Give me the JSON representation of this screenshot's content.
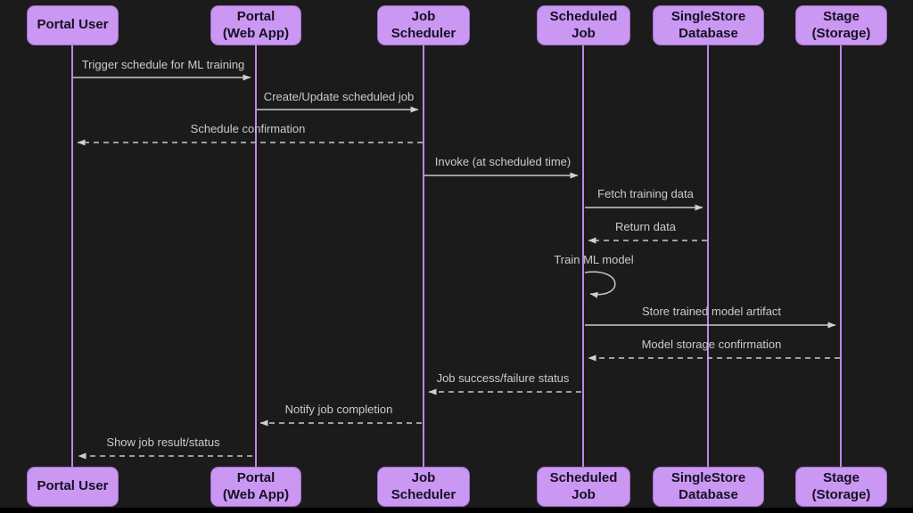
{
  "diagram": {
    "kind": "sequence-diagram",
    "theme": {
      "background": "#1b1b1b",
      "actor_fill": "#ca97f2",
      "actor_border": "#a06cc8",
      "actor_text": "#171022",
      "lifeline_color": "#bd87ea",
      "arrow_color": "#cccccc",
      "label_color": "#cbcbcb"
    },
    "actors": [
      {
        "id": "portal-user",
        "label": "Portal User"
      },
      {
        "id": "portal-web-app",
        "label": "Portal\n(Web App)"
      },
      {
        "id": "job-scheduler",
        "label": "Job\nScheduler"
      },
      {
        "id": "scheduled-job",
        "label": "Scheduled\nJob"
      },
      {
        "id": "singlestore-database",
        "label": "SingleStore\nDatabase"
      },
      {
        "id": "stage-storage",
        "label": "Stage\n(Storage)"
      }
    ],
    "messages": [
      {
        "label": "Trigger schedule for ML training",
        "from": "Portal User",
        "to": "Portal (Web App)",
        "line": "solid"
      },
      {
        "label": "Create/Update scheduled job",
        "from": "Portal (Web App)",
        "to": "Job Scheduler",
        "line": "solid"
      },
      {
        "label": "Schedule confirmation",
        "from": "Job Scheduler",
        "to": "Portal User",
        "line": "dashed"
      },
      {
        "label": "Invoke (at scheduled time)",
        "from": "Job Scheduler",
        "to": "Scheduled Job",
        "line": "solid"
      },
      {
        "label": "Fetch training data",
        "from": "Scheduled Job",
        "to": "SingleStore Database",
        "line": "solid"
      },
      {
        "label": "Return data",
        "from": "SingleStore Database",
        "to": "Scheduled Job",
        "line": "dashed"
      },
      {
        "label": "Train ML model",
        "from": "Scheduled Job",
        "to": "Scheduled Job",
        "line": "self"
      },
      {
        "label": "Store trained model artifact",
        "from": "Scheduled Job",
        "to": "Stage (Storage)",
        "line": "solid"
      },
      {
        "label": "Model storage confirmation",
        "from": "Stage (Storage)",
        "to": "Scheduled Job",
        "line": "dashed"
      },
      {
        "label": "Job success/failure status",
        "from": "Scheduled Job",
        "to": "Job Scheduler",
        "line": "dashed"
      },
      {
        "label": "Notify job completion",
        "from": "Job Scheduler",
        "to": "Portal (Web App)",
        "line": "dashed"
      },
      {
        "label": "Show job result/status",
        "from": "Portal (Web App)",
        "to": "Portal User",
        "line": "dashed"
      }
    ]
  }
}
